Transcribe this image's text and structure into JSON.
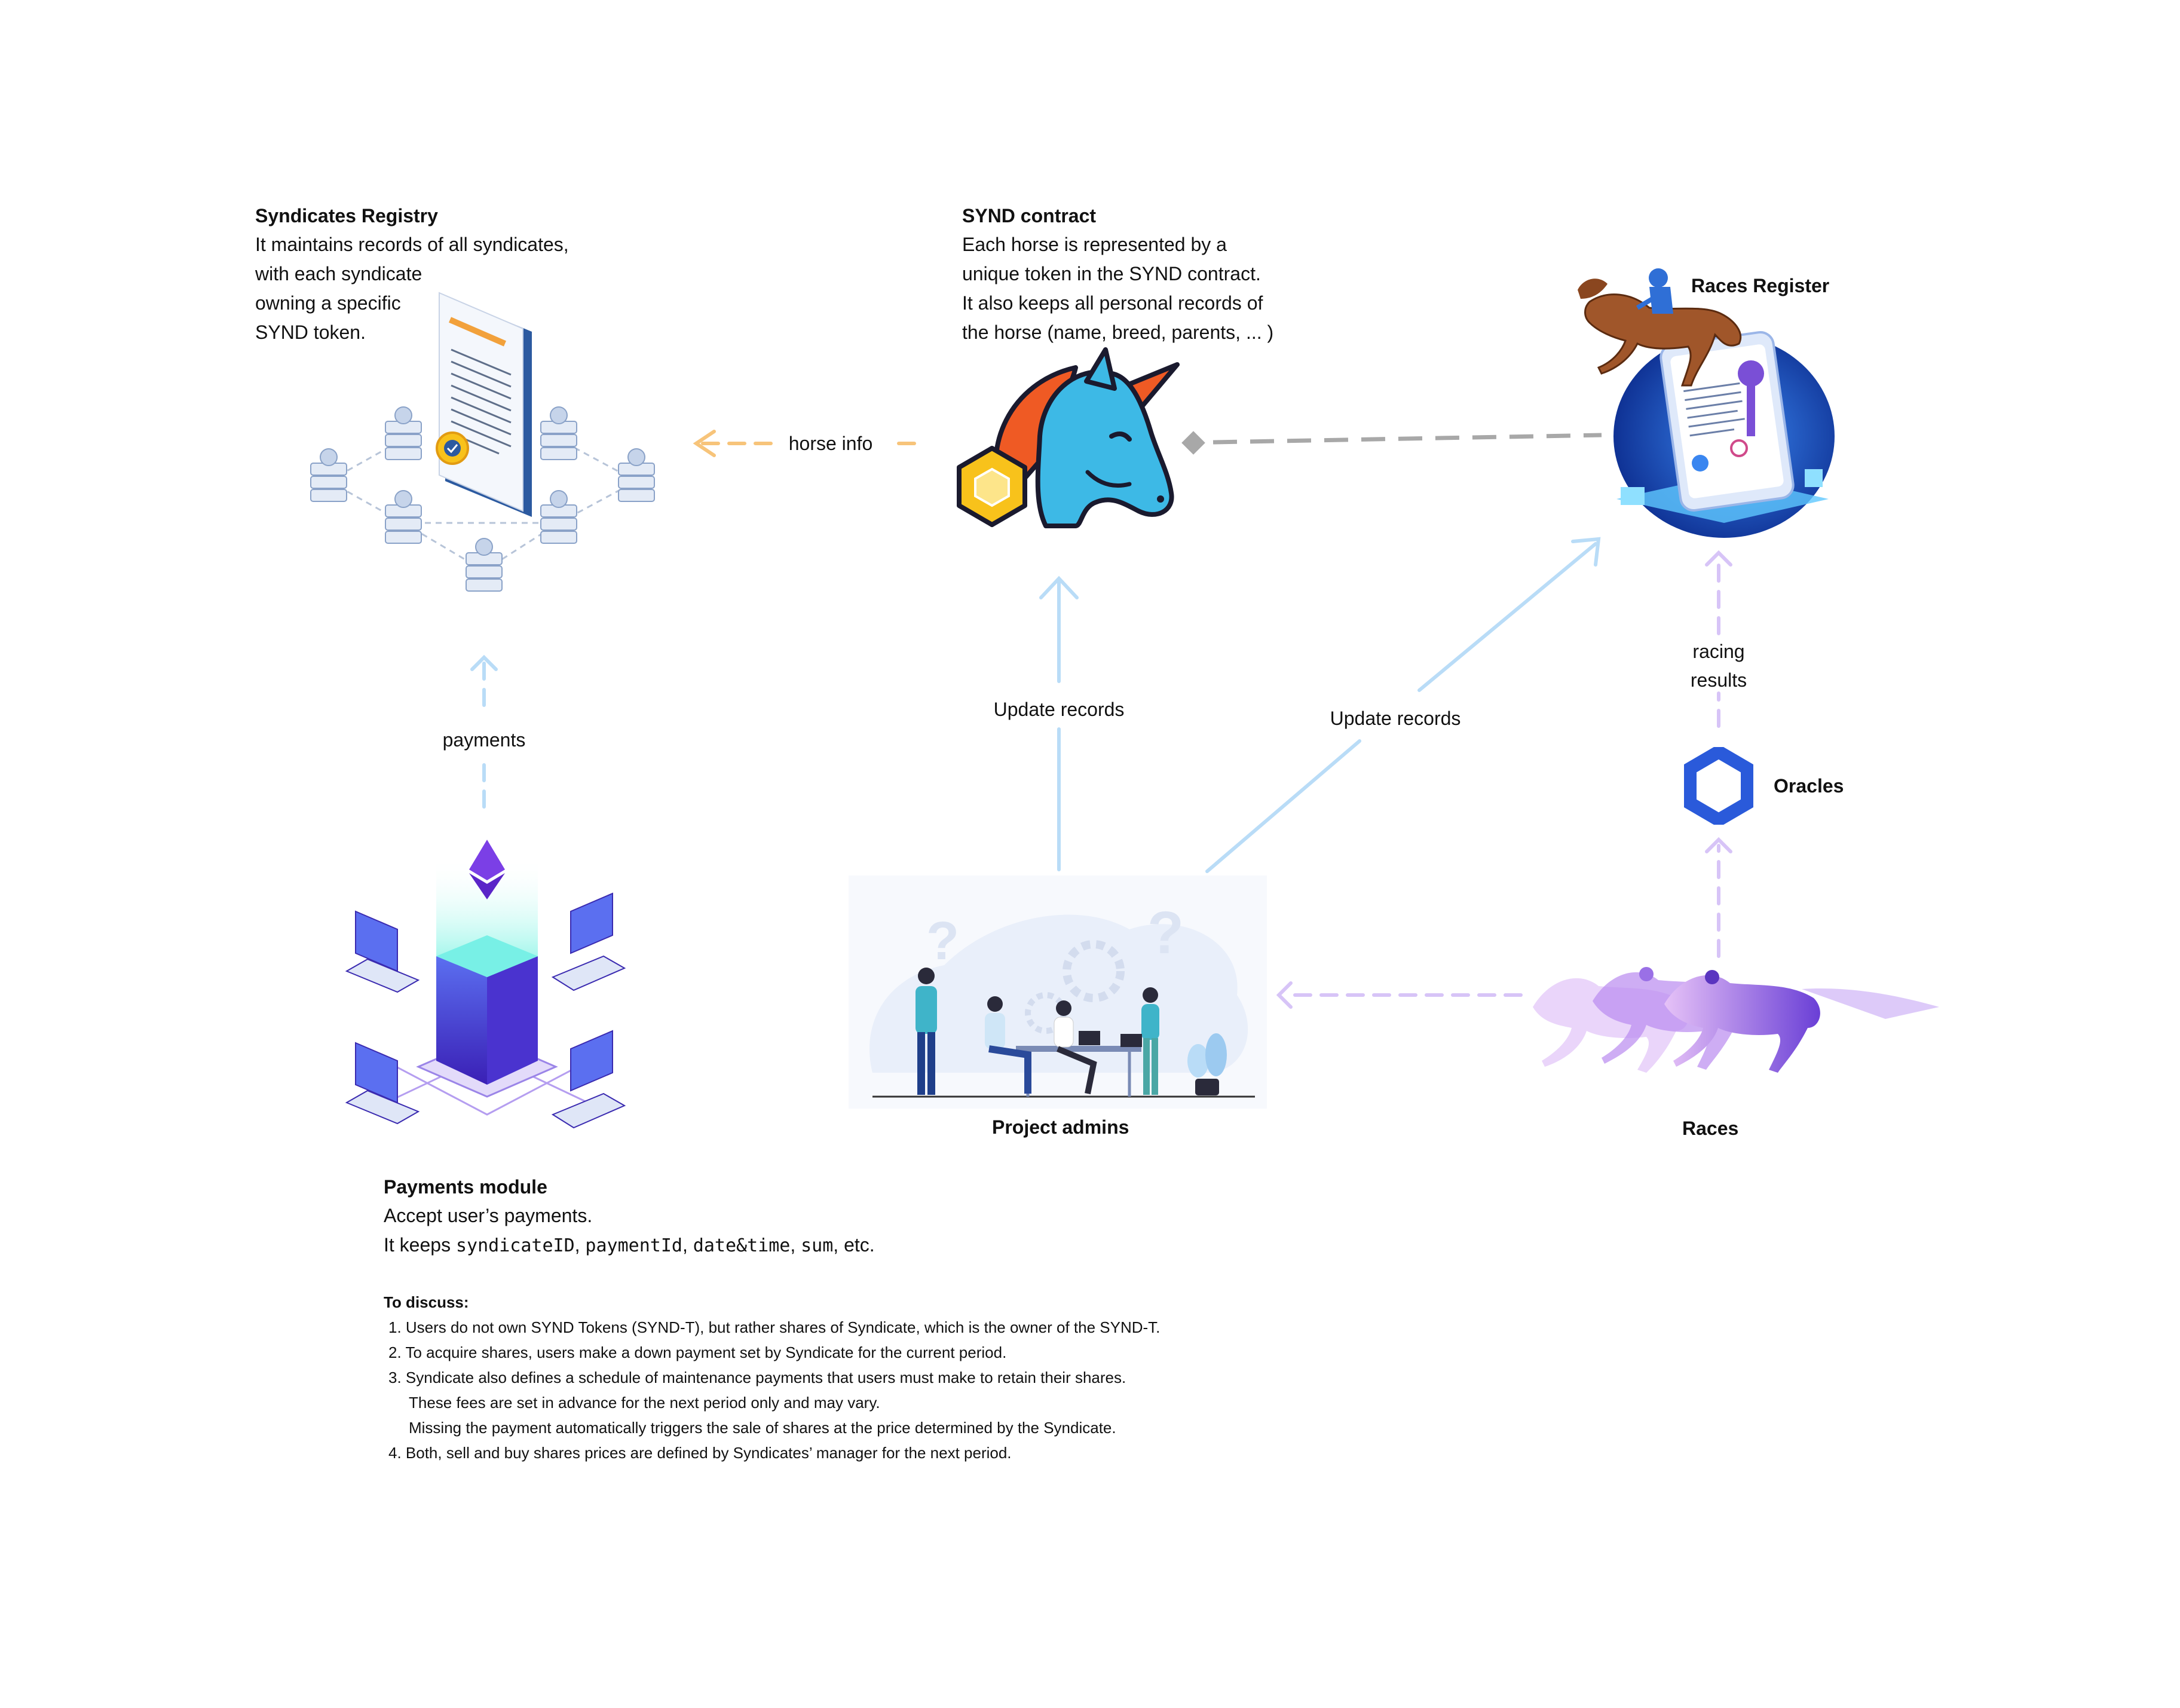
{
  "syndicates_registry": {
    "title": "Syndicates Registry",
    "lines": [
      "It maintains records of all syndicates,",
      "with each syndicate",
      "owning a specific",
      "SYND token."
    ],
    "icon": "contract-network-icon"
  },
  "synd_contract": {
    "title": "SYND contract",
    "lines": [
      "Each horse is represented  by a",
      "unique token in the SYND contract.",
      "It also keeps all personal records of",
      "the horse (name, breed, parents, ... )"
    ],
    "icon": "unicorn-token-icon"
  },
  "races_register": {
    "title": "Races Register",
    "icon": "racehorse-contract-icon"
  },
  "oracles": {
    "title": "Oracles",
    "icon": "hexagon-chainlink-icon"
  },
  "races": {
    "title": "Races",
    "icon": "running-horses-icon"
  },
  "project_admins": {
    "title": "Project admins",
    "icon": "team-meeting-icon"
  },
  "payments_module": {
    "title": "Payments module",
    "line1": "Accept user’s payments.",
    "line2_prefix": "It keeps ",
    "fields": [
      "syndicateID",
      "paymentId",
      "date&time",
      "sum"
    ],
    "sep": ", ",
    "line2_suffix": ", etc.",
    "icon": "ethereum-server-icon"
  },
  "edges": {
    "horse_info": "horse info",
    "payments": "payments",
    "update_records_1": "Update records",
    "update_records_2": "Update records",
    "racing_results_1": "racing",
    "racing_results_2": "results"
  },
  "discussion": {
    "title": "To discuss:",
    "items": [
      "1. Users do not own SYND Tokens (SYND-T), but rather shares of Syndicate, which is the owner of the SYND-T.",
      "2. To acquire shares, users make a down payment set by Syndicate for the current period.",
      "3. Syndicate also defines a schedule of maintenance payments that users must make to retain their shares.",
      "These fees are set in advance for the next period only and may vary.",
      "Missing the payment automatically triggers the sale of shares at the price determined by the Syndicate.",
      "4. Both, sell and buy shares prices are defined by Syndicates’ manager for the next period."
    ]
  },
  "colors": {
    "orange_dash": "#f7c47a",
    "gray_dash": "#a8a8a8",
    "blue_arrow": "#b9dcf7",
    "purple_dash": "#d7c4f7",
    "oracle_blue": "#2a5ada",
    "unicorn_cyan": "#3db9e6",
    "unicorn_orange": "#ef5a24",
    "token_yellow": "#f8c21b"
  }
}
